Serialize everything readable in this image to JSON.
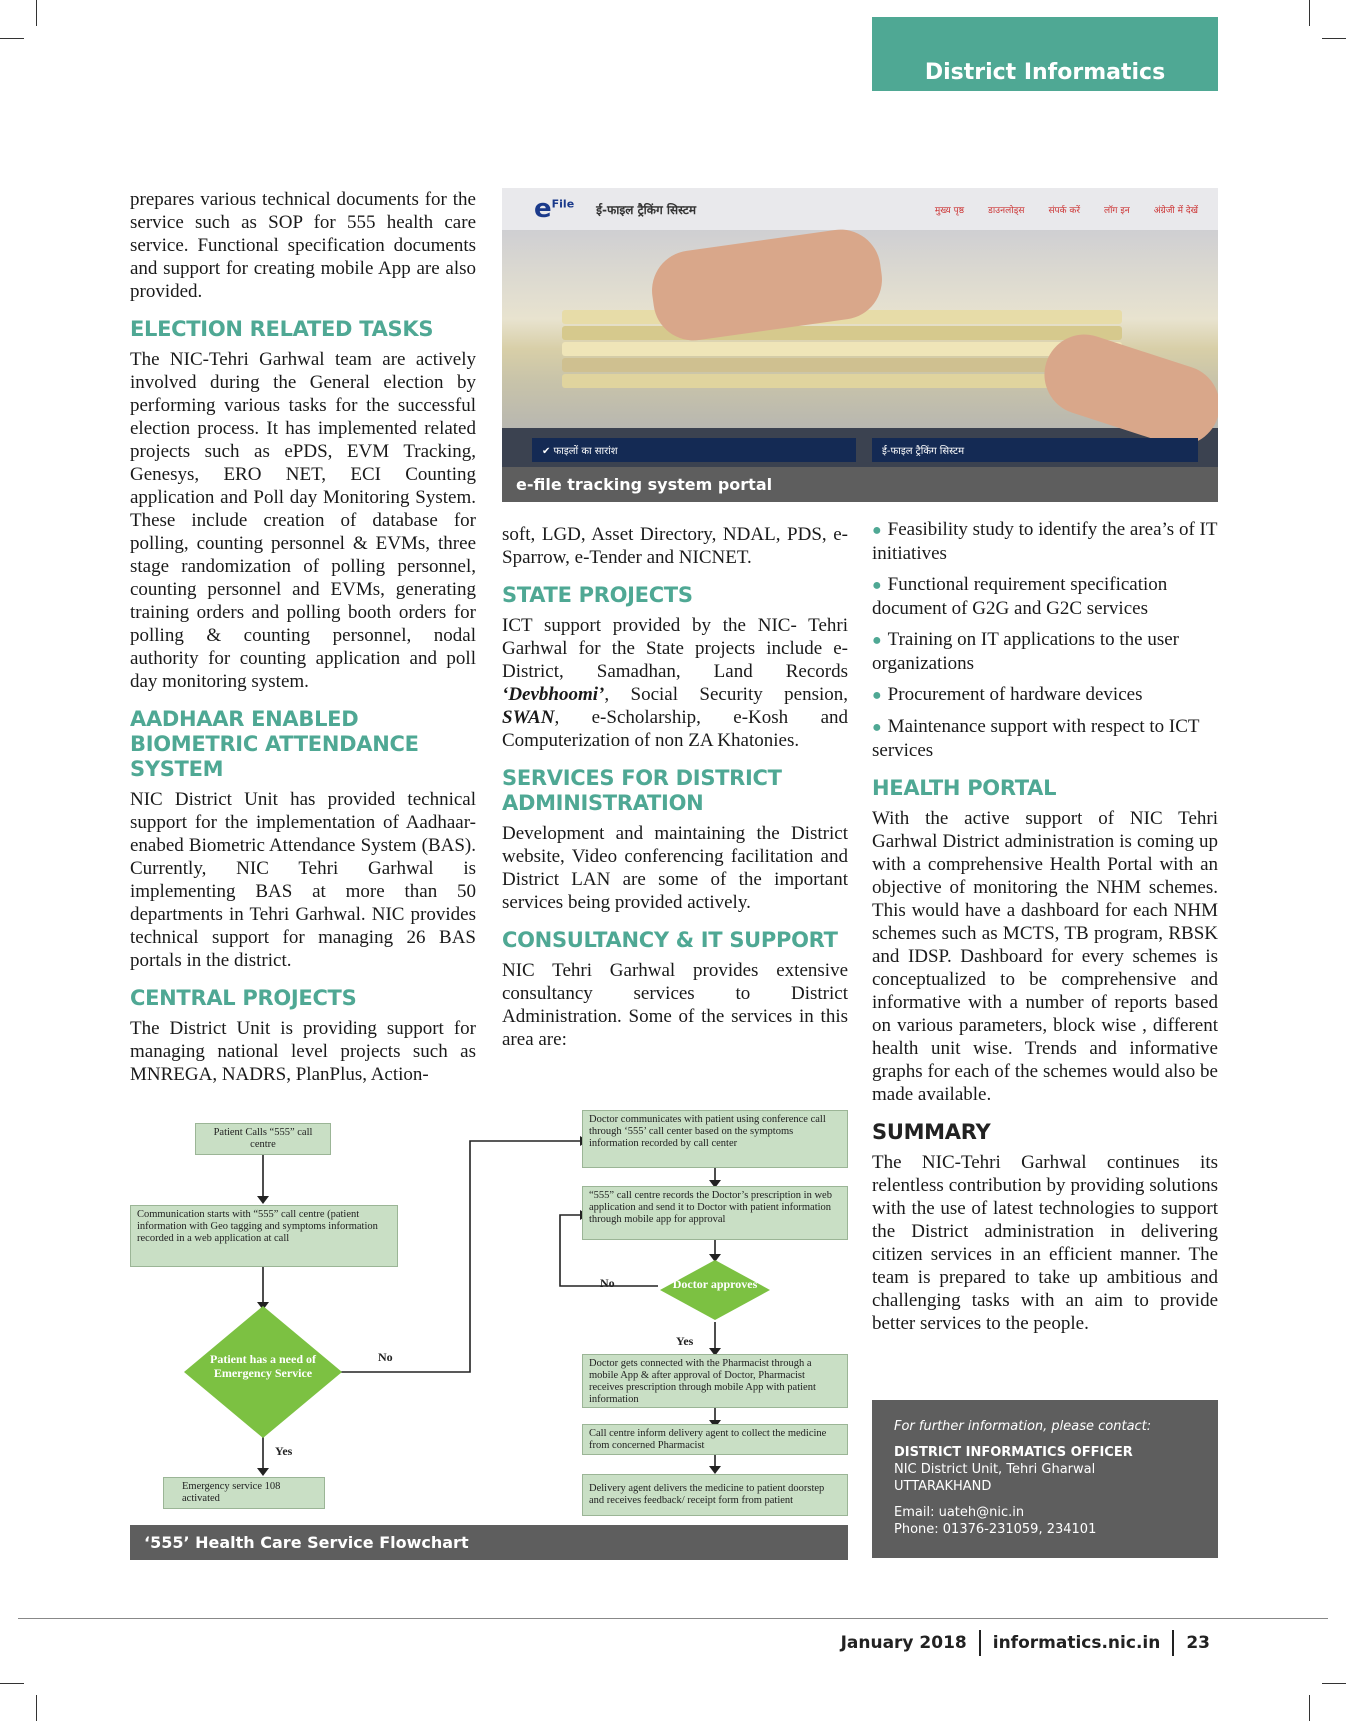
{
  "header": {
    "section": "District Informatics"
  },
  "col1": {
    "intro": "prepares various technical documents for the service such as SOP for 555 health care service. Functional specification documents and support for creating mobile App are also provided.",
    "election_heading": "ELECTION  RELATED TASKS",
    "election_text": "The NIC-Tehri Garhwal team are actively involved during the General election by performing various tasks for the successful election process. It has implemented related projects such as ePDS, EVM Tracking, Genesys, ERO NET, ECI Counting application and Poll day Monitoring System. These include creation of database for polling, counting personnel & EVMs, three stage randomization of polling personnel, counting personnel and EVMs, generating training orders and polling booth orders for polling & counting personnel, nodal authority for counting application and poll day monitoring system.",
    "aadhaar_heading": "AADHAAR ENABLED BIOMETRIC ATTENDANCE SYSTEM",
    "aadhaar_text": "NIC District Unit has provided technical support for the implementation of Aadhaar-enabed Biometric Attendance System (BAS). Currently, NIC Tehri Garhwal is implementing BAS at more than 50 departments in Tehri Garhwal. NIC provides technical support for managing 26 BAS portals in the district.",
    "central_heading": "CENTRAL PROJECTS",
    "central_text": "The District Unit is providing support for managing national level projects such as MNREGA, NADRS, PlanPlus, Action-"
  },
  "portal": {
    "logo": "e",
    "logo_sub": "File",
    "title": "ई-फाइल ट्रैकिंग सिस्टम",
    "menu": [
      "मुख्य पृष्ठ",
      "डाउनलोड्स",
      "संपर्क करें",
      "लॉग इन",
      "अंग्रेजी में देखें"
    ],
    "bar_left": "✔ फाइलों का सारांश",
    "bar_right": "ई-फाइल ट्रैकिंग सिस्टम",
    "caption": "e-file tracking system portal"
  },
  "col2": {
    "cont_text": "soft, LGD, Asset Directory, NDAL, PDS, e-Sparrow, e-Tender and NICNET.",
    "state_heading": "STATE PROJECTS",
    "state_text_1": "ICT support provided by the NIC- Tehri Garhwal for the State projects include e-District, Samadhan, Land Records ",
    "state_em_1": "‘Devbhoomi’",
    "state_text_2": ", Social Security pension, ",
    "state_em_2": "SWAN",
    "state_text_3": ", e-Scholarship, e-Kosh and Computerization of non ZA Khatonies.",
    "services_heading": "SERVICES FOR DISTRICT ADMINISTRATION",
    "services_text": "Development and maintaining the District website, Video conferencing facilitation and District LAN are some of the important services being provided actively.",
    "consult_heading": "CONSULTANCY & IT SUPPORT",
    "consult_text": "NIC Tehri Garhwal provides extensive consultancy services to District Administration. Some of the services in this area are:"
  },
  "col3": {
    "bullets": [
      "Feasibility study to identify the area’s of IT initiatives",
      "Functional requirement specification document of G2G and G2C services",
      "Training on IT applications to the user organizations",
      "Procurement of hardware devices",
      "Maintenance support with respect to ICT services"
    ],
    "health_heading": "HEALTH PORTAL",
    "health_text": "With the active support of NIC Tehri Garhwal District administration is coming up with a comprehensive Health Portal with an objective of monitoring the NHM schemes. This would have a dashboard for each NHM schemes such as MCTS, TB program, RBSK and IDSP. Dashboard for every schemes is conceptualized to be comprehensive and informative with a number of reports based on various parameters, block wise , different health unit wise. Trends and informative graphs for each of the schemes would also be made available.",
    "summary_heading": "SUMMARY",
    "summary_text": "The NIC-Tehri Garhwal continues its relentless contribution by providing solutions with the use of latest technologies to support the District administration in delivering citizen services in an efficient manner. The team is prepared to take up ambitious and challenging tasks with an aim to provide better services to the people."
  },
  "flowchart": {
    "caption": "‘555’ Health Care Service Flowchart",
    "n1": "Patient Calls “555” call centre",
    "n2": "Communication starts with “555” call centre (patient information with Geo tagging and symptoms information recorded in a web application at call",
    "d1": "Patient has a need of Emergency Service",
    "n3": "Emergency service 108 activated",
    "r1": "Doctor communicates with patient using conference call through ‘555’ call center based on the symptoms information recorded by call center",
    "r2": "“555” call centre records the Doctor’s prescription in web application and send it to Doctor with patient information through mobile app for approval",
    "d2": "Doctor approves",
    "r3": "Doctor gets connected with the Pharmacist through a mobile App & after approval of Doctor, Pharmacist receives prescription through mobile App with patient information",
    "r4": "Call centre inform delivery agent to collect the medicine from concerned Pharmacist",
    "r5": "Delivery agent delivers the medicine to patient doorstep and receives feedback/ receipt form from patient",
    "yes": "Yes",
    "no": "No"
  },
  "contact": {
    "intro": "For further information, please contact:",
    "title": "DISTRICT INFORMATICS OFFICER",
    "unit": "NIC District Unit, Tehri Gharwal",
    "state": "UTTARAKHAND",
    "email": "Email: uateh@nic.in",
    "phone": "Phone: 01376-231059, 234101"
  },
  "footer": {
    "date": "January 2018",
    "site": "informatics.nic.in",
    "page": "23"
  }
}
